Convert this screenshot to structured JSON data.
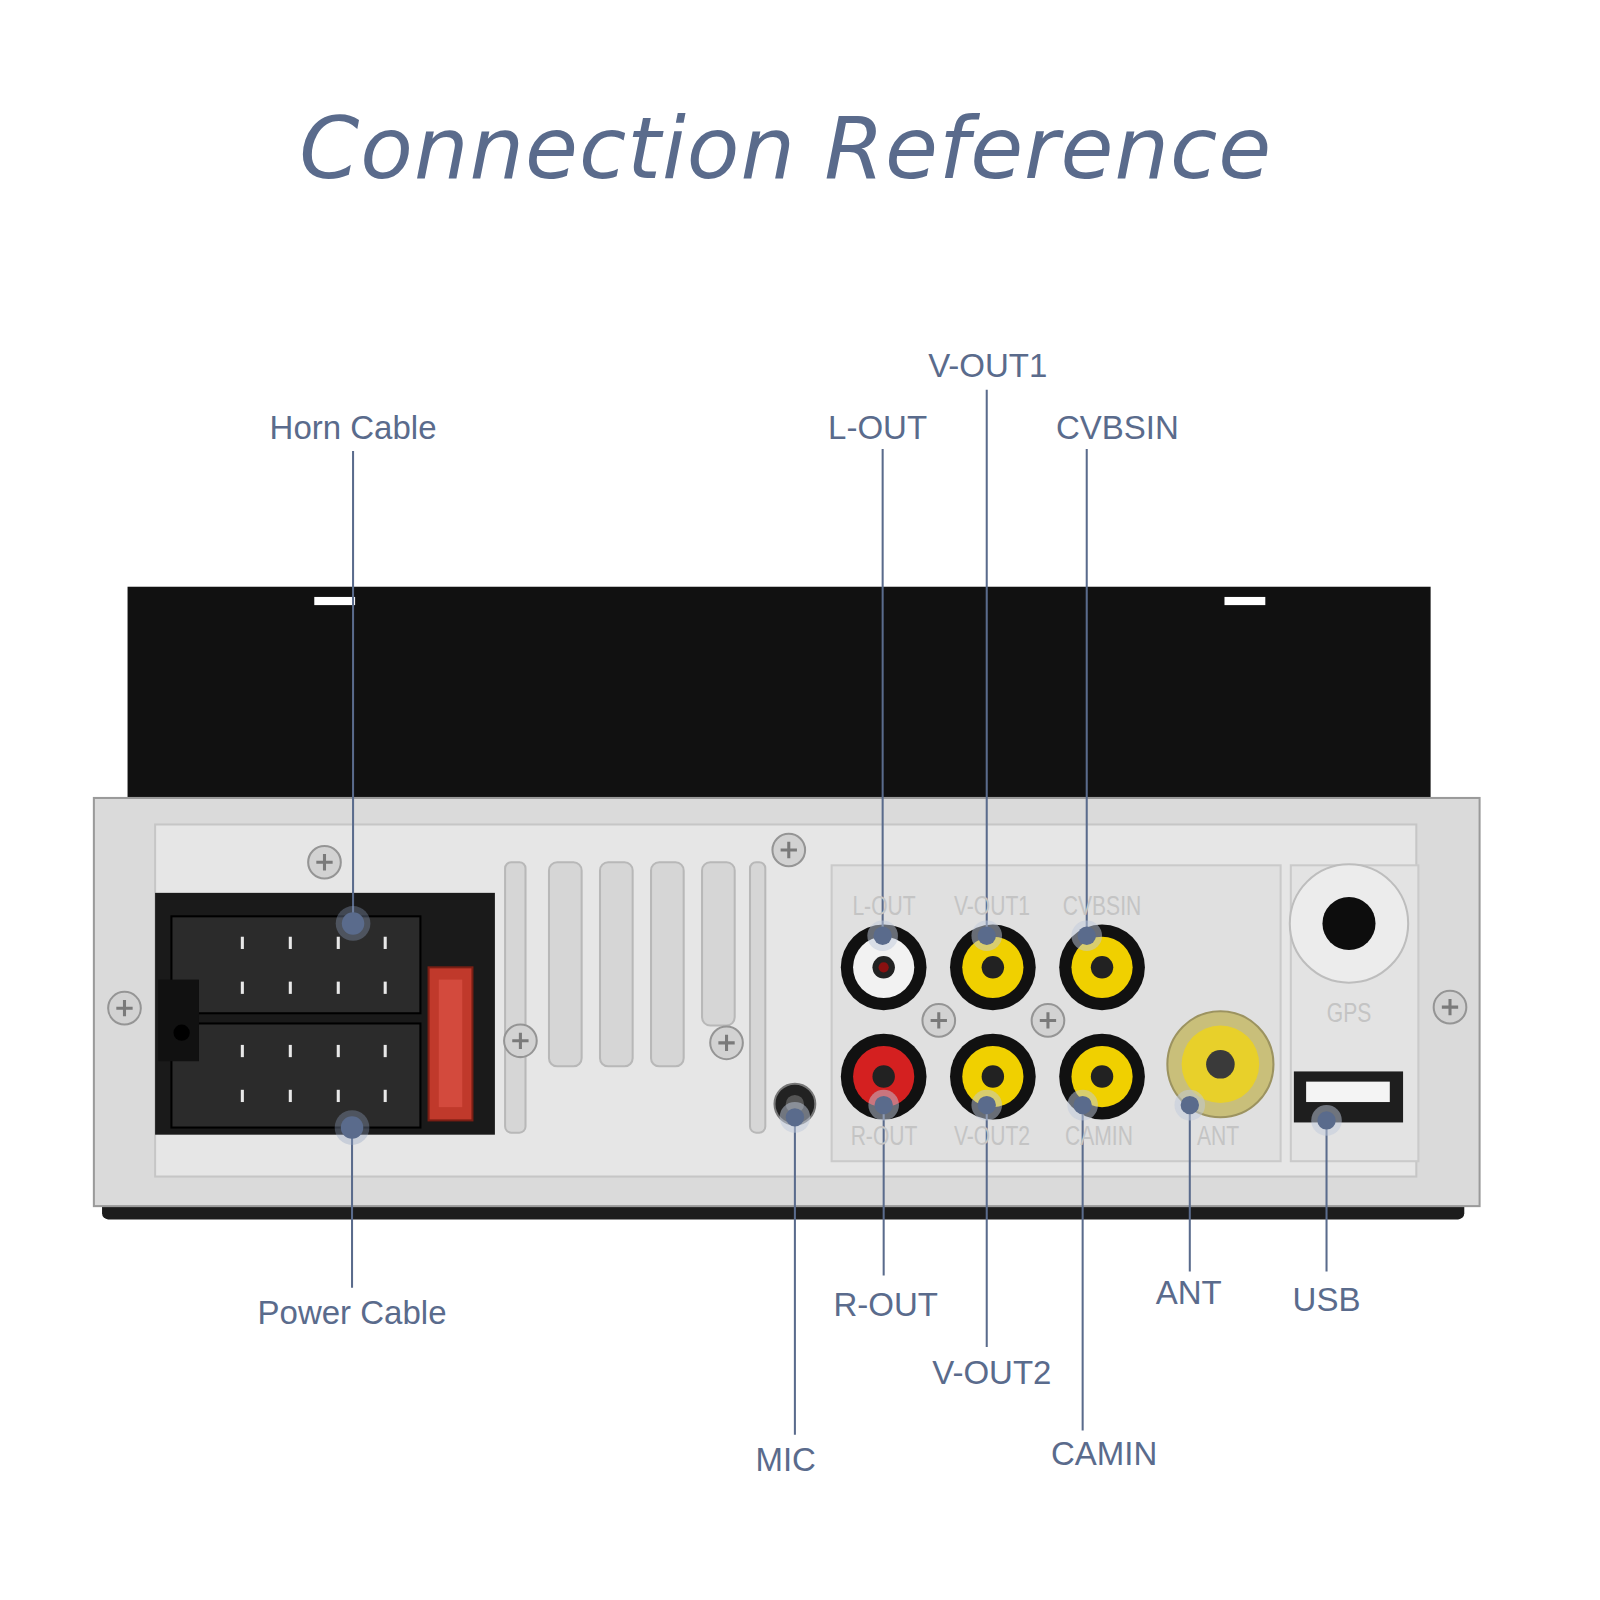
{
  "diagram": {
    "title": "Connection Reference",
    "labels": [
      "Horn Cable",
      "V-OUT1",
      "L-OUT",
      "CVBSIN",
      "L-OUT",
      "V-OUT1",
      "CVBSIN",
      "GPS",
      "R-OUT",
      "V-OUT2",
      "CAMIN",
      "ANT",
      "Power Cable",
      "R-OUT",
      "ANT",
      "USB",
      "V-OUT2",
      "MIC",
      "CAMIN"
    ]
  }
}
